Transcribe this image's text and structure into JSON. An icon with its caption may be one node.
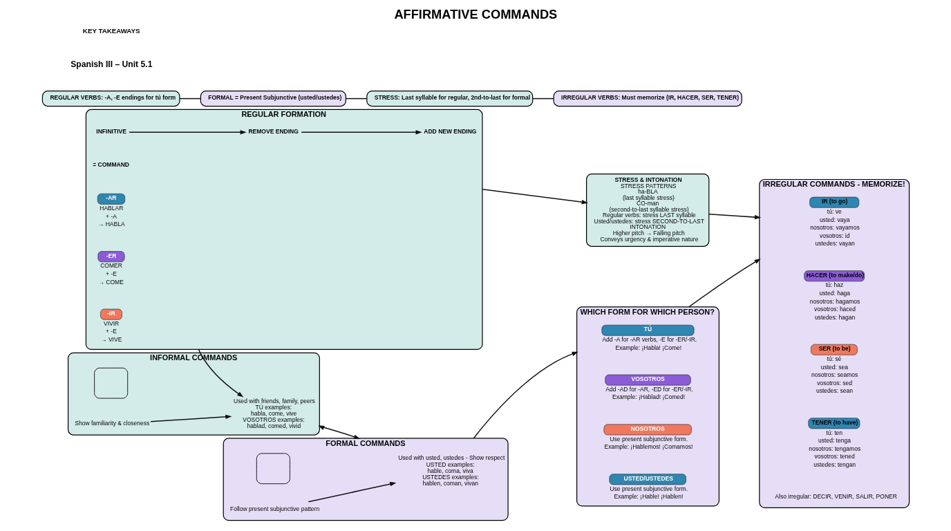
{
  "diagram": {
    "title": "AFFIRMATIVE COMMANDS",
    "nodes": [
      {
        "text": [
          "REGULAR FORMATION"
        ]
      },
      {
        "text": [
          "INFINITIVE"
        ],
        "in": 0
      },
      {
        "text": [
          "REMOVE ENDING"
        ],
        "in": 0
      },
      {
        "text": [
          "ADD NEW ENDING"
        ],
        "in": 0
      },
      {
        "text": [
          "= COMMAND"
        ],
        "in": 0
      },
      {
        "text": [
          "-AR"
        ],
        "in": 0,
        "beside": [
          "HABLAR",
          "+ -A",
          "→ HABLA"
        ]
      },
      {
        "text": [
          "-ER"
        ],
        "in": 0,
        "beside": [
          "COMER",
          "+ -E",
          "→ COME"
        ]
      },
      {
        "text": [
          "-IR"
        ],
        "in": 0,
        "beside": [
          "VIVIR",
          "+ -E",
          "→ VIVE"
        ]
      },
      {
        "text": [
          "STRESS & INTONATION",
          "STRESS PATTERNS",
          "ha-BLA",
          "(last syllable stress)",
          "CO-man",
          "(second-to-last syllable stress)",
          "Regular verbs: stress LAST syllable",
          "Usted/ustedes: stress SECOND-TO-LAST",
          "INTONATION",
          "Higher pitch → Falling pitch",
          "Conveys urgency & imperative nature"
        ]
      },
      {
        "text": [
          "INFORMAL COMMANDS"
        ]
      },
      {
        "text": [
          "Used with friends, family, peers",
          "TÚ examples:",
          "habla, come, vive",
          "VOSOTROS examples:",
          "hablad, comed, vivid"
        ],
        "in": 9
      },
      {
        "text": [],
        "shape": "box",
        "in": 9
      },
      {
        "text": [
          "Show familiarity & closeness"
        ],
        "in": 9
      },
      {
        "text": [
          "FORMAL COMMANDS"
        ]
      },
      {
        "text": [
          "Used with usted, ustedes - Show respect",
          "USTED examples:",
          "hable, coma, viva",
          "USTEDES examples:",
          "hablen, coman, vivan"
        ],
        "in": 13
      },
      {
        "text": [],
        "shape": "box",
        "in": 13
      },
      {
        "text": [
          "Follow present subjunctive pattern"
        ],
        "in": 13
      },
      {
        "text": [
          "WHICH FORM FOR WHICH PERSON?"
        ]
      },
      {
        "text": [
          "TÚ"
        ],
        "in": 17,
        "beside": [
          "Add -A for -AR verbs, -E for -ER/-IR.",
          "Example: ¡Habla! ¡Come!"
        ]
      },
      {
        "text": [
          "VOSOTROS"
        ],
        "in": 17,
        "beside": [
          "Add -AD for -AR, -ED for -ER/-IR.",
          "Example: ¡Hablad! ¡Comed!"
        ]
      },
      {
        "text": [
          "NOSOTROS"
        ],
        "in": 17,
        "beside": [
          "Use present subjunctive form.",
          "Example: ¡Hablemos! ¡Comamos!"
        ]
      },
      {
        "text": [
          "USTED/USTEDES"
        ],
        "in": 17,
        "beside": [
          "Use present subjunctive form.",
          "Example: ¡Hable! ¡Hablen!"
        ]
      },
      {
        "text": [
          "IRREGULAR COMMANDS - MEMORIZE!"
        ]
      },
      {
        "text": [
          "IR (to go)"
        ],
        "in": 22,
        "beside": [
          "tú: ve",
          "usted: vaya",
          "nosotros: vayamos",
          "vosotros: id",
          "ustedes: vayan"
        ]
      },
      {
        "text": [
          "HACER (to make/do)"
        ],
        "in": 22,
        "beside": [
          "tú: haz",
          "usted: haga",
          "nosotros: hagamos",
          "vosotros: haced",
          "ustedes: hagan"
        ]
      },
      {
        "text": [
          "SER (to be)"
        ],
        "in": 22,
        "beside": [
          "tú: sé",
          "usted: sea",
          "nosotros: seamos",
          "vosotros: sed",
          "ustedes: sean"
        ]
      },
      {
        "text": [
          "TENER (to have)"
        ],
        "in": 22,
        "beside": [
          "tú: ten",
          "usted: tenga",
          "nosotros: tengamos",
          "vosotros: tened",
          "ustedes: tengan"
        ]
      },
      {
        "text": [
          "Also irregular: DECIR, VENIR, SALIR, PONER"
        ],
        "in": 22
      },
      {
        "text": [
          "REGULAR VERBS: -A, -E endings for tú form"
        ]
      },
      {
        "text": [
          "FORMAL = Present Subjunctive (usted/ustedes)"
        ]
      },
      {
        "text": [
          "STRESS: Last syllable for regular, 2nd-to-last for formal"
        ]
      },
      {
        "text": [
          "IRREGULAR VERBS: Must memorize (IR, HACER, SER, TENER)"
        ]
      }
    ],
    "edges": [
      {
        "from": 1,
        "to": 2,
        "arrow": "to"
      },
      {
        "from": 2,
        "to": 3,
        "arrow": "to"
      },
      {
        "from": 0,
        "to": 9,
        "arrow": "to"
      },
      {
        "from": 0,
        "to": 8,
        "arrow": "to"
      },
      {
        "from": 9,
        "to": 13,
        "arrow": "both"
      },
      {
        "from": 13,
        "to": 17,
        "arrow": "to"
      },
      {
        "from": 17,
        "to": 22,
        "arrow": "to"
      },
      {
        "from": 8,
        "to": 22,
        "arrow": "to"
      },
      {
        "from": 12,
        "to": 10,
        "arrow": "to"
      },
      {
        "from": 16,
        "to": 14,
        "arrow": "to"
      },
      {
        "from": 28,
        "to": 29,
        "arrow": "none"
      },
      {
        "from": 29,
        "to": 30,
        "arrow": "none"
      },
      {
        "from": 30,
        "to": 31,
        "arrow": "none"
      }
    ],
    "labels": [
      "Spanish III – Unit 5.1",
      "KEY TAKEAWAYS"
    ]
  }
}
